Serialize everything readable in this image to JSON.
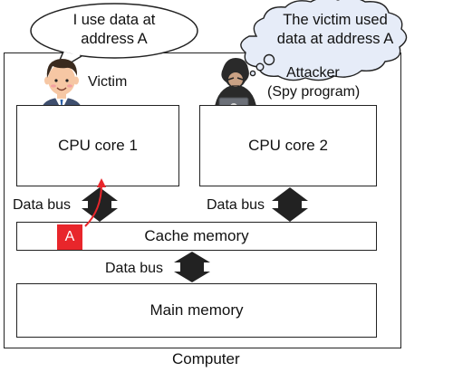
{
  "victim": {
    "speech": [
      "I use data at",
      "address A"
    ],
    "label": "Victim"
  },
  "attacker": {
    "thought": [
      "The victim used",
      "data at address A"
    ],
    "label_line1": "Attacker",
    "label_line2": "(Spy program)"
  },
  "cores": {
    "core1": "CPU core 1",
    "core2": "CPU core 2"
  },
  "buses": {
    "left": "Data bus",
    "right": "Data bus",
    "lower": "Data bus"
  },
  "cache": {
    "label": "Cache memory",
    "marker": "A",
    "marker_color": "#e8262b"
  },
  "main_memory": "Main memory",
  "computer": "Computer",
  "colors": {
    "arrow_fill": "#222222",
    "access_arrow": "#e8262b",
    "thought_bubble_fill": "#e6ecf8",
    "hoodie": "#2a2a2a"
  }
}
